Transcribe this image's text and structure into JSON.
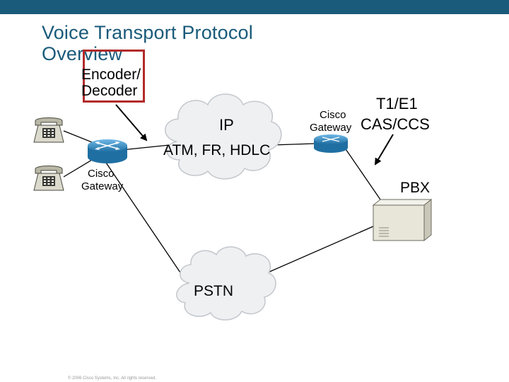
{
  "slide": {
    "title_line1": "Voice Transport Protocol",
    "title_line2": "Overview",
    "copyright": "© 2006 Cisco Systems, Inc. All rights reserved."
  },
  "labels": {
    "encoder_line1": "Encoder/",
    "encoder_line2": "Decoder",
    "ip_cloud": "IP",
    "ip_cloud_sub": "ATM, FR, HDLC",
    "pstn_cloud": "PSTN",
    "left_gateway_line1": "Cisco",
    "left_gateway_line2": "Gateway",
    "right_gateway_line1": "Cisco",
    "right_gateway_line2": "Gateway",
    "t1e1": "T1/E1",
    "cas_ccs": "CAS/CCS",
    "pbx": "PBX"
  },
  "colors": {
    "brand": "#1a5a7a",
    "highlight_box": "#b32a2a",
    "router": "#3a8fc4",
    "cloud": "#eef0f2",
    "pbx": "#e8e6d8"
  },
  "icons": [
    "telephone-icon",
    "router-icon",
    "cloud-icon",
    "pbx-icon"
  ]
}
